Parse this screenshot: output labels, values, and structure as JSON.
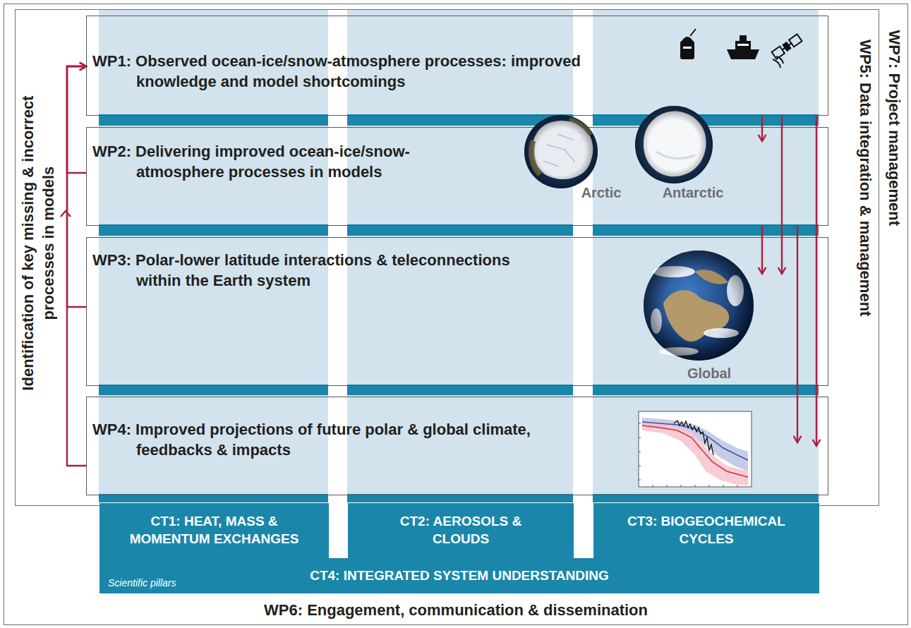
{
  "diagram": {
    "nodes": [
      {
        "text": [
          "WP7: Project management"
        ]
      },
      {
        "text": [
          "WP5: Data integration & management"
        ],
        "in": 0
      },
      {
        "text": [
          "WP1: Observed ocean-ice/snow-atmosphere processes: improved knowledge and model shortcomings"
        ],
        "in": 1
      },
      {
        "text": [
          "WP2: Delivering improved ocean-ice/snow-atmosphere processes in models"
        ],
        "in": 1
      },
      {
        "text": [
          "WP3: Polar-lower latitude interactions & teleconnections within the Earth system"
        ],
        "in": 1
      },
      {
        "text": [
          "WP4: Improved projections of future polar & global climate, feedbacks & impacts"
        ],
        "in": 1
      },
      {
        "text": [
          "CT4: INTEGRATED SYSTEM UNDERSTANDING",
          "Scientific pillars"
        ],
        "in": 0
      },
      {
        "text": [
          "CT1: HEAT, MASS & MOMENTUM EXCHANGES"
        ],
        "in": 6
      },
      {
        "text": [
          "CT2: AEROSOLS & CLOUDS"
        ],
        "in": 6
      },
      {
        "text": [
          "CT3: BIOGEOCHEMICAL CYCLES"
        ],
        "in": 6
      }
    ],
    "edges": [
      {
        "from": 2,
        "to": 3,
        "arrow": "to"
      },
      {
        "from": 2,
        "to": 4,
        "arrow": "to"
      },
      {
        "from": 2,
        "to": 5,
        "arrow": "to"
      },
      {
        "from": 3,
        "to": 4,
        "arrow": "to"
      },
      {
        "from": 3,
        "to": 5,
        "arrow": "to"
      },
      {
        "from": 3,
        "to": 2,
        "arrow": "to"
      },
      {
        "from": 4,
        "to": 2,
        "arrow": "to"
      },
      {
        "from": 5,
        "to": 2,
        "arrow": "to"
      }
    ],
    "labels": [
      "Identification of key missing & incorrect processes in models",
      "Arctic",
      "Antarctic",
      "Global",
      "WP6: Engagement, communication & dissemination"
    ]
  }
}
